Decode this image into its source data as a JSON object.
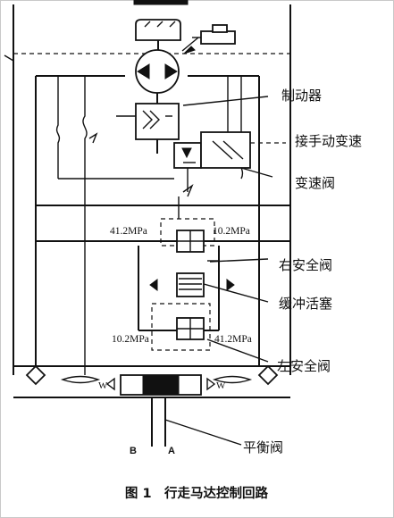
{
  "diagram": {
    "labels": {
      "brake": "制动器",
      "manual_shift": "接手动变速",
      "shift_valve": "变速阀",
      "right_relief": "右安全阀",
      "buffer_piston": "缓冲活塞",
      "left_relief": "左安全阀",
      "balance_valve": "平衡阀"
    },
    "pressures": {
      "top_left": "41.2MPa",
      "top_right": "10.2MPa",
      "bottom_left": "10.2MPa",
      "bottom_right": "41.2MPa"
    },
    "ports": {
      "b": "B",
      "a": "A"
    },
    "spring_mark": "W",
    "caption": "图 1　行走马达控制回路"
  }
}
